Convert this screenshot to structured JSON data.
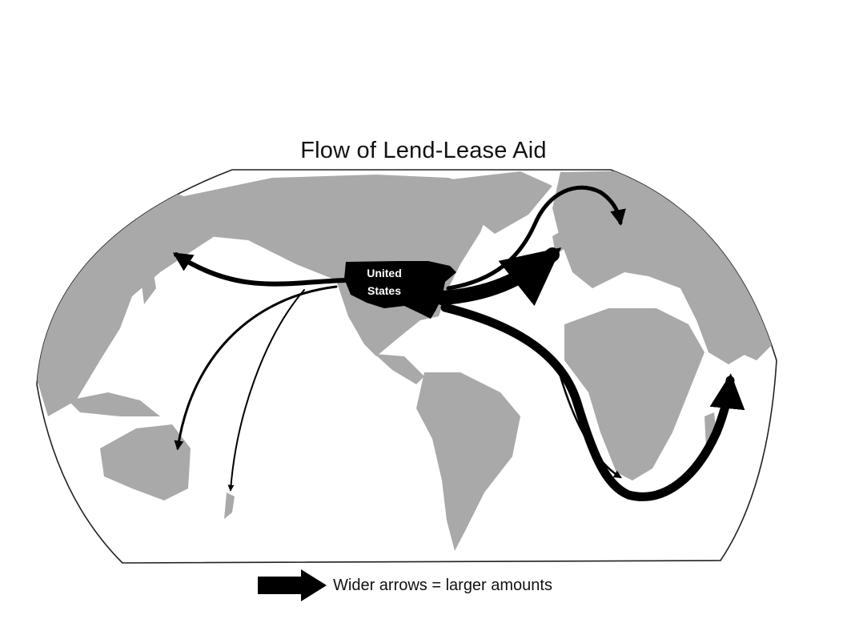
{
  "title": "Flow of Lend-Lease Aid",
  "origin_label": [
    "United",
    "States"
  ],
  "legend": {
    "text": "Wider arrows = larger amounts",
    "icon": "wide-arrow-icon"
  },
  "colors": {
    "land": "#a9a9a9",
    "ocean": "#ffffff",
    "origin": "#000000",
    "arrow": "#000000"
  }
}
